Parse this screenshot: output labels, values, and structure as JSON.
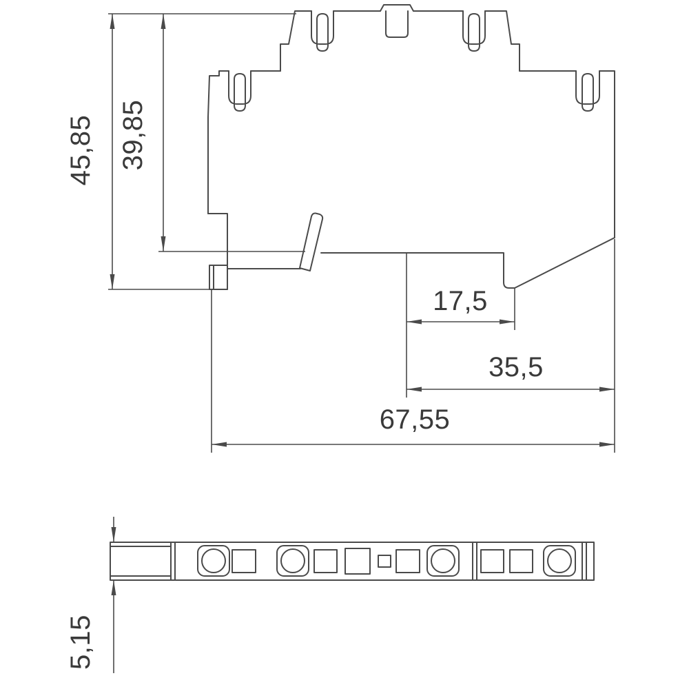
{
  "drawing": {
    "dimensions": {
      "overall_height": "45,85",
      "upper_body_height": "39,85",
      "foot_to_center": "17,5",
      "foot_to_right_edge": "35,5",
      "overall_width": "67,55",
      "strip_thickness": "5,15"
    },
    "colors": {
      "line": "#4a4a4a",
      "text": "#3a3a3a",
      "background": "#ffffff"
    }
  }
}
